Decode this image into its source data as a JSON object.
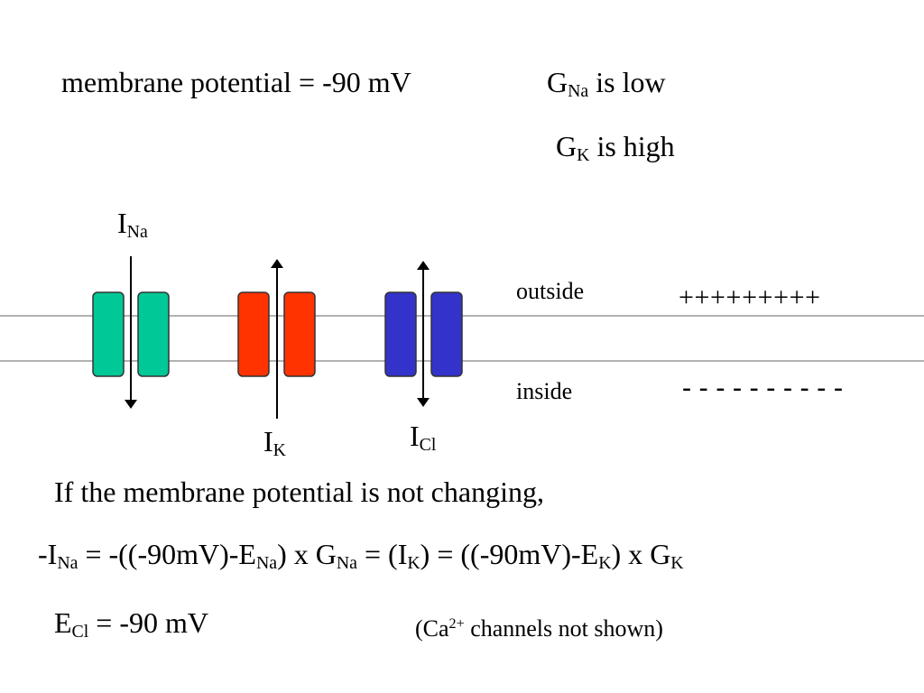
{
  "header": {
    "membrane_potential": "membrane potential = -90 mV",
    "gna": {
      "g": "G",
      "sub": "Na",
      "rest": " is low"
    },
    "gk": {
      "g": "G",
      "sub": "K",
      "rest": " is high"
    }
  },
  "diagram": {
    "currents": {
      "ina": {
        "main": "I",
        "sub": "Na"
      },
      "ik": {
        "main": "I",
        "sub": "K"
      },
      "icl": {
        "main": "I",
        "sub": "Cl"
      }
    },
    "outside_label": "outside",
    "inside_label": "inside",
    "outside_charge": "+++++++++",
    "inside_charge": "----------",
    "colors": {
      "na_channel": "#00c896",
      "k_channel": "#ff3300",
      "cl_channel": "#3333cc",
      "membrane_line": "#999999",
      "channel_outline": "#333333",
      "arrow": "#000000"
    }
  },
  "body": {
    "condition": "If the membrane potential is not changing,",
    "equation": {
      "p1": "-I",
      "s1": "Na",
      "p2": " = -((-90mV)-E",
      "s2": "Na",
      "p3": ") x G",
      "s3": "Na",
      "p4": " = (I",
      "s4": "K",
      "p5": ") = ((-90mV)-E",
      "s5": "K",
      "p6": ") x G",
      "s6": "K"
    },
    "ecl": {
      "e": "E",
      "sub": "Cl",
      "rest": " = -90 mV"
    },
    "note": {
      "pre": "(Ca",
      "sup": "2+",
      "post": " channels not shown)"
    }
  }
}
